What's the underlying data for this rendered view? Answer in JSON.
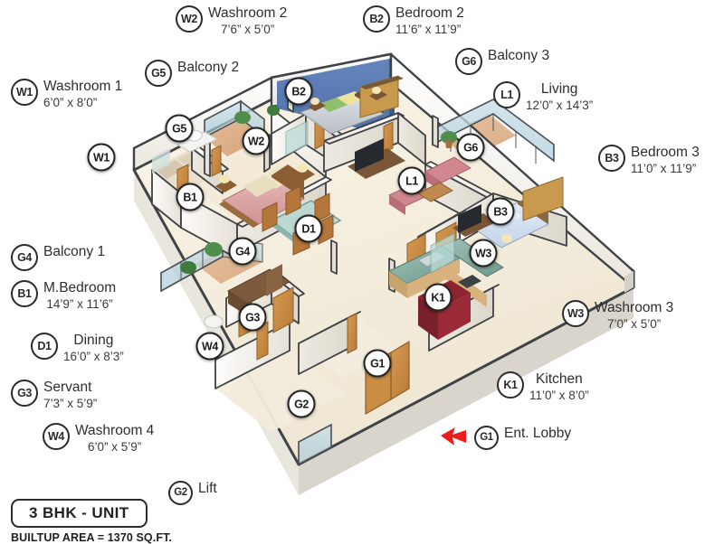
{
  "plan": {
    "title": "3 BHK - UNIT",
    "builtup_area": "BUILTUP AREA = 1370 SQ.FT.",
    "accent_wall_color": "#5b7fb8",
    "wall_color": "#f2efe8",
    "wall_edge_color": "#3f4246",
    "floor_color": "#f6efdf",
    "marker_border_color": "#232323"
  },
  "callouts": [
    {
      "code": "W2",
      "name": "Washroom 2",
      "dim": "7’6” x 5’0”"
    },
    {
      "code": "B2",
      "name": "Bedroom 2",
      "dim": "11’6” x 11’9”"
    },
    {
      "code": "G5",
      "name": "Balcony 2",
      "dim": ""
    },
    {
      "code": "G6",
      "name": "Balcony 3",
      "dim": ""
    },
    {
      "code": "W1",
      "name": "Washroom 1",
      "dim": "6’0” x 8’0”"
    },
    {
      "code": "L1",
      "name": "Living",
      "dim": "12’0” x 14’3”"
    },
    {
      "code": "B3",
      "name": "Bedroom 3",
      "dim": "11’0” x 11’9”"
    },
    {
      "code": "G4",
      "name": "Balcony 1",
      "dim": ""
    },
    {
      "code": "B1",
      "name": "M.Bedroom",
      "dim": "14’9” x 11’6”"
    },
    {
      "code": "D1",
      "name": "Dining",
      "dim": "16’0” x 8’3”"
    },
    {
      "code": "W3",
      "name": "Washroom 3",
      "dim": "7’0” x 5’0”"
    },
    {
      "code": "G3",
      "name": "Servant",
      "dim": "7’3” x 5’9”"
    },
    {
      "code": "K1",
      "name": "Kitchen",
      "dim": "11’0” x 8’0”"
    },
    {
      "code": "W4",
      "name": "Washroom 4",
      "dim": "6’0” x 5’9”"
    },
    {
      "code": "G1",
      "name": "Ent. Lobby",
      "dim": ""
    },
    {
      "code": "G2",
      "name": "Lift",
      "dim": ""
    }
  ],
  "markers": [
    {
      "code": "W1"
    },
    {
      "code": "G5"
    },
    {
      "code": "W2"
    },
    {
      "code": "B2"
    },
    {
      "code": "B1"
    },
    {
      "code": "L1"
    },
    {
      "code": "G6"
    },
    {
      "code": "B3"
    },
    {
      "code": "D1"
    },
    {
      "code": "G4"
    },
    {
      "code": "W3"
    },
    {
      "code": "G3"
    },
    {
      "code": "K1"
    },
    {
      "code": "W4"
    },
    {
      "code": "G1"
    },
    {
      "code": "G2"
    }
  ],
  "icons": {
    "entrance_arrow": "entrance-arrow-icon",
    "arrow_color": "#ee1c1c"
  }
}
